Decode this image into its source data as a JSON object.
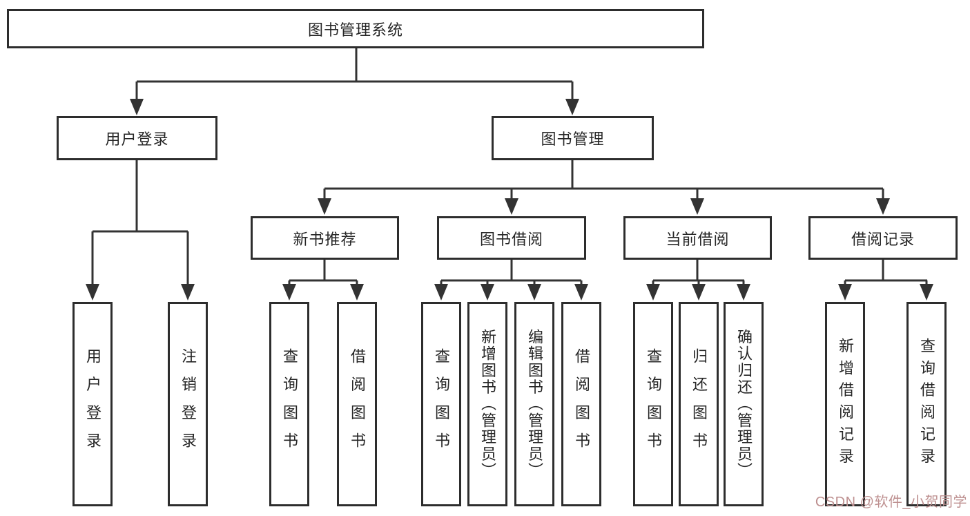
{
  "tree": {
    "label": "图书管理系统",
    "children": [
      {
        "label": "用户登录",
        "children": [
          {
            "label": "用户登录"
          },
          {
            "label": "注销登录"
          }
        ]
      },
      {
        "label": "图书管理",
        "children": [
          {
            "label": "新书推荐",
            "children": [
              {
                "label": "查询图书"
              },
              {
                "label": "借阅图书"
              }
            ]
          },
          {
            "label": "图书借阅",
            "children": [
              {
                "label": "查询图书"
              },
              {
                "label": "新增图书（管理员）"
              },
              {
                "label": "编辑图书（管理员）"
              },
              {
                "label": "借阅图书"
              }
            ]
          },
          {
            "label": "当前借阅",
            "children": [
              {
                "label": "查询图书"
              },
              {
                "label": "归还图书"
              },
              {
                "label": "确认归还（管理员）"
              }
            ]
          },
          {
            "label": "借阅记录",
            "children": [
              {
                "label": "新增借阅记录"
              },
              {
                "label": "查询借阅记录"
              }
            ]
          }
        ]
      }
    ]
  },
  "watermark": {
    "text": "CSDN @软件_小贺同学"
  },
  "colors": {
    "line": "#333333",
    "box_border": "#2d2d2d",
    "text": "#262626",
    "watermark": "#bd8f8f",
    "background": "#ffffff"
  }
}
